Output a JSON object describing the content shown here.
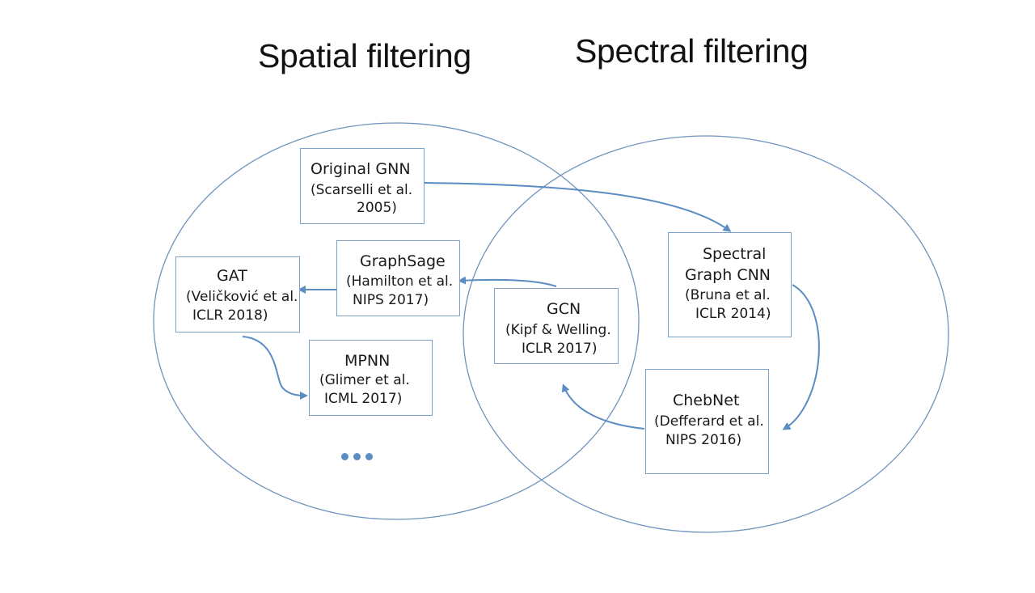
{
  "titles": {
    "spatial": "Spatial filtering",
    "spectral": "Spectral filtering"
  },
  "colors": {
    "circle_stroke": "#6f93bd",
    "arrow_stroke": "#5b8cc2",
    "box_border": "#7aa1c8",
    "text": "#1a1a1a"
  },
  "nodes": {
    "original_gnn": {
      "name": "Original GNN",
      "ref1": "(Scarselli et al.",
      "ref2": "2005)"
    },
    "graphsage": {
      "name": "GraphSage",
      "ref1": "(Hamilton et al.",
      "ref2": "NIPS 2017)"
    },
    "gat": {
      "name": "GAT",
      "ref1": "(Veličković et al.",
      "ref2": "ICLR 2018)"
    },
    "mpnn": {
      "name": "MPNN",
      "ref1": "(Glimer et al.",
      "ref2": "ICML 2017)"
    },
    "gcn": {
      "name": "GCN",
      "ref1": "(Kipf & Welling.",
      "ref2": "ICLR 2017)"
    },
    "spectral_graph_cnn": {
      "name1": "Spectral",
      "name2": "Graph CNN",
      "ref1": "(Bruna et al.",
      "ref2": "ICLR 2014)"
    },
    "chebnet": {
      "name": "ChebNet",
      "ref1": "(Defferard et al.",
      "ref2": "NIPS 2016)"
    }
  },
  "ellipsis": "…",
  "edges": [
    {
      "from": "Original GNN",
      "to": "Spectral Graph CNN"
    },
    {
      "from": "Spectral Graph CNN",
      "to": "ChebNet"
    },
    {
      "from": "ChebNet",
      "to": "GCN"
    },
    {
      "from": "GCN",
      "to": "GraphSage"
    },
    {
      "from": "GraphSage",
      "to": "GAT"
    },
    {
      "from": "GAT",
      "to": "MPNN"
    }
  ]
}
